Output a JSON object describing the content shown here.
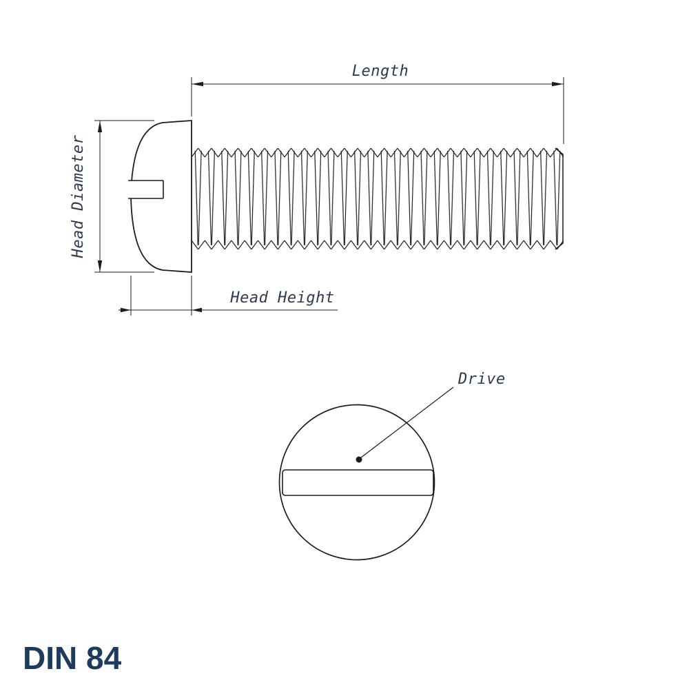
{
  "labels": {
    "length": "Length",
    "head_diameter": "Head Diameter",
    "head_height": "Head Height",
    "drive": "Drive"
  },
  "title": "DIN 84",
  "colors": {
    "line": "#1c1c1c",
    "label": "#2e3b4e",
    "title": "#1e3a5c"
  }
}
